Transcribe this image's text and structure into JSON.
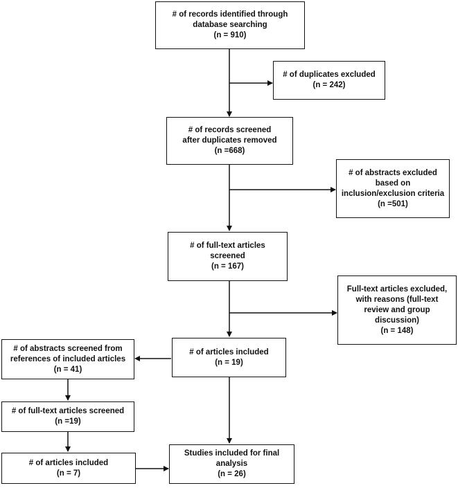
{
  "boxes": {
    "identified": {
      "lines": [
        "# of records identified through",
        "database searching",
        "(n = 910)"
      ]
    },
    "duplicates_excluded": {
      "lines": [
        "# of duplicates excluded",
        "(n = 242)"
      ]
    },
    "screened": {
      "lines": [
        "# of records screened",
        "after duplicates removed",
        "(n =668)"
      ]
    },
    "abstracts_excluded": {
      "lines": [
        "# of abstracts excluded",
        "based on",
        "inclusion/exclusion criteria",
        "(n =501)"
      ]
    },
    "fulltext_screened": {
      "lines": [
        "# of full-text articles",
        "screened",
        "(n = 167)"
      ]
    },
    "fulltext_excluded": {
      "lines": [
        "Full-text articles excluded,",
        "with reasons (full-text",
        "review and group",
        "discussion)",
        "(n = 148)"
      ]
    },
    "articles_included": {
      "lines": [
        "# of articles included",
        "(n = 19)"
      ]
    },
    "ref_abstracts_screened": {
      "lines": [
        "# of abstracts screened from",
        "references of included articles",
        "(n = 41)"
      ]
    },
    "ref_fulltext_screened": {
      "lines": [
        "# of full-text articles screened",
        "(n =19)"
      ]
    },
    "ref_articles_included": {
      "lines": [
        "# of articles included",
        "(n = 7)"
      ]
    },
    "final_analysis": {
      "lines": [
        "Studies included for final",
        "analysis",
        "(n = 26)"
      ]
    }
  }
}
